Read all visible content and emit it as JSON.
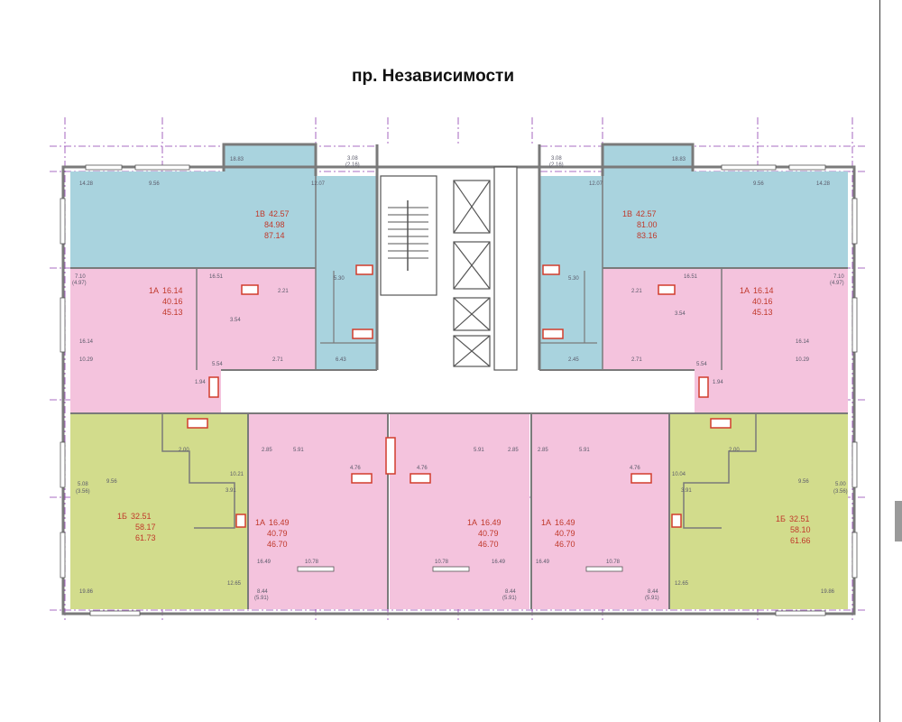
{
  "title": "пр. Независимости",
  "colors": {
    "blue": "#a9d3de",
    "pink": "#f4c3dd",
    "green": "#d2dc8c",
    "wall": "#7a7a7a",
    "grid": "#8f3fb0",
    "label": "#c0392b"
  },
  "apartments": [
    {
      "type": "1В",
      "living": "42.57",
      "a": "84.98",
      "b": "87.14"
    },
    {
      "type": "1В",
      "living": "42.57",
      "a": "81.00",
      "b": "83.16"
    },
    {
      "type": "1А",
      "living": "16.14",
      "a": "40.16",
      "b": "45.13"
    },
    {
      "type": "1А",
      "living": "16.14",
      "a": "40.16",
      "b": "45.13"
    },
    {
      "type": "1Б",
      "living": "32.51",
      "a": "58.17",
      "b": "61.73"
    },
    {
      "type": "1Б",
      "living": "32.51",
      "a": "58.10",
      "b": "61.66"
    },
    {
      "type": "1А",
      "living": "16.49",
      "a": "40.79",
      "b": "46.70"
    },
    {
      "type": "1А",
      "living": "16.49",
      "a": "40.79",
      "b": "46.70"
    },
    {
      "type": "1А",
      "living": "16.49",
      "a": "40.79",
      "b": "46.70"
    }
  ],
  "room_labels": [
    "18.83",
    "18.83",
    "3.08",
    "(2.16)",
    "3.08",
    "(2.16)",
    "12.07",
    "12.07",
    "14.28",
    "9.56",
    "9.56",
    "14.28",
    "7.10",
    "(4.97)",
    "7.10",
    "(4.97)",
    "16.51",
    "16.51",
    "5.30",
    "5.30",
    "2.21",
    "2.21",
    "3.54",
    "3.54",
    "16.14",
    "10.29",
    "16.14",
    "10.29",
    "6.43",
    "2.45",
    "2.71",
    "2.71",
    "5.54",
    "5.54",
    "1.94",
    "1.94",
    "2.00",
    "2.00",
    "9.56",
    "9.56",
    "10.21",
    "10.04",
    "3.91",
    "3.91",
    "5.08",
    "(3.56)",
    "5.00",
    "(3.56)",
    "2.85",
    "5.91",
    "4.76",
    "4.76",
    "5.91",
    "2.85",
    "2.85",
    "5.91",
    "4.76",
    "16.49",
    "10.78",
    "10.78",
    "16.49",
    "16.49",
    "10.78",
    "19.86",
    "12.65",
    "12.65",
    "19.86",
    "8.44",
    "(5.91)",
    "8.44",
    "(5.91)",
    "8.44",
    "(5.91)"
  ]
}
